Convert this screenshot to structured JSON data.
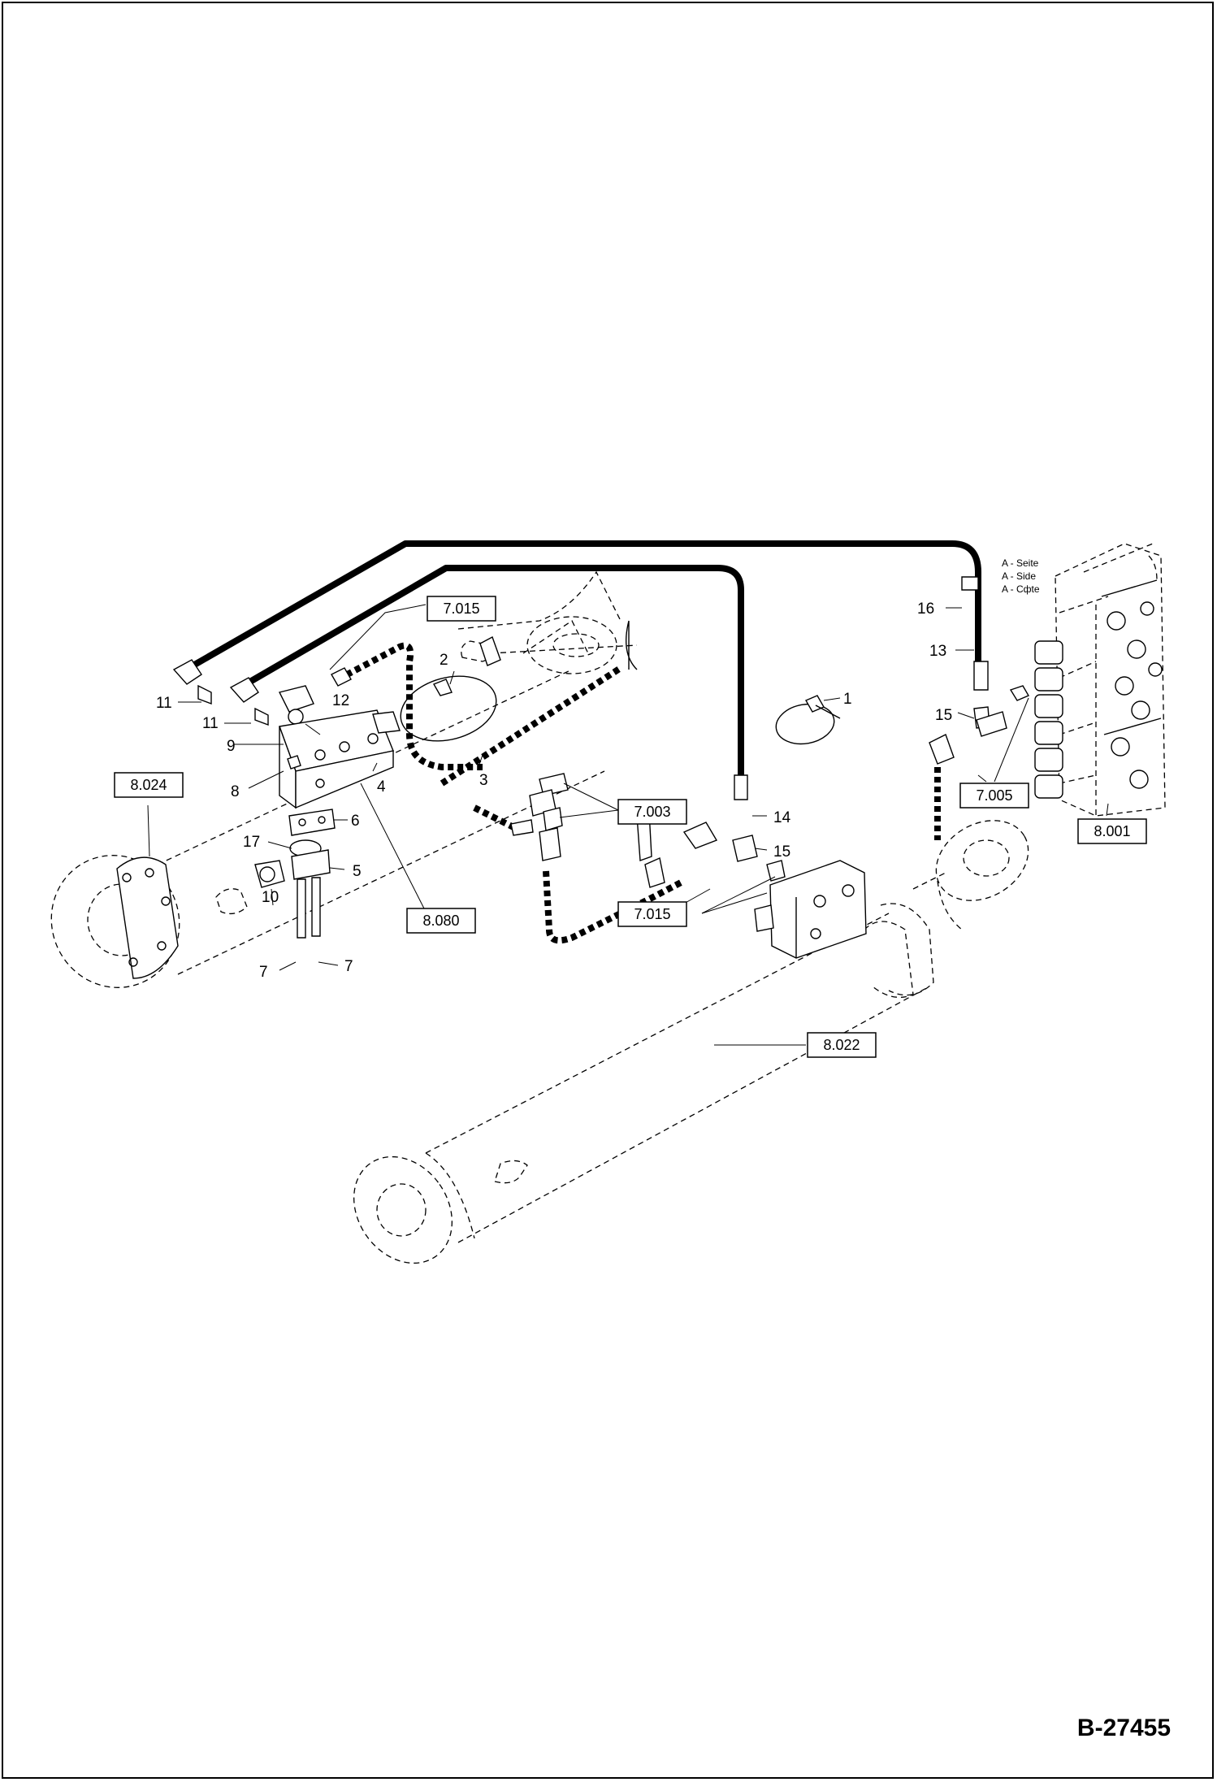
{
  "diagram": {
    "callouts": {
      "c1": "1",
      "c2": "2",
      "c3": "3",
      "c4": "4",
      "c5": "5",
      "c6": "6",
      "c7a": "7",
      "c7b": "7",
      "c8": "8",
      "c9": "9",
      "c10": "10",
      "c11a": "11",
      "c11b": "11",
      "c12": "12",
      "c13": "13",
      "c14": "14",
      "c15a": "15",
      "c15b": "15",
      "c16": "16",
      "c17": "17"
    },
    "refs": {
      "r7015a": "7.015",
      "r7015b": "7.015",
      "r7003": "7.003",
      "r7005": "7.005",
      "r8001": "8.001",
      "r8024": "8.024",
      "r8080": "8.080",
      "r8022": "8.022"
    },
    "side_labels": [
      "A - Seite",
      "A - Side",
      "A - Cфte"
    ],
    "document_id": "B-27455"
  }
}
